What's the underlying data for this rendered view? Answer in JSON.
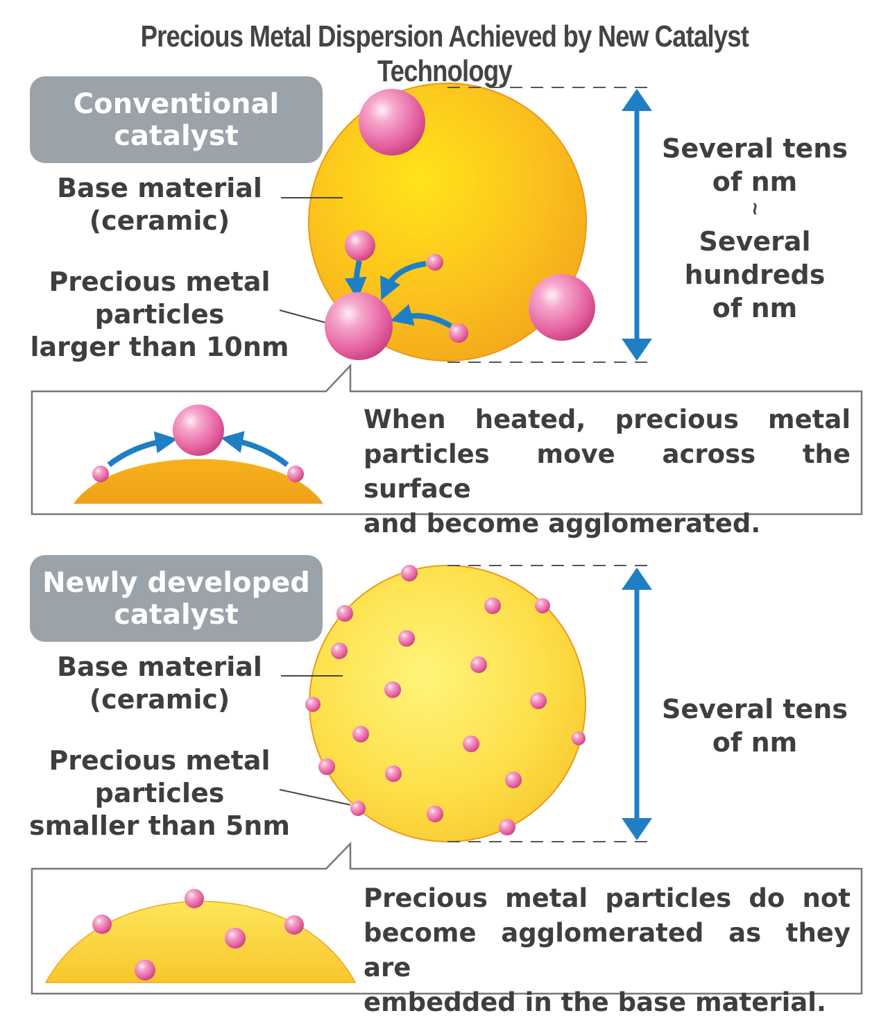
{
  "title": "Precious Metal Dispersion Achieved by New Catalyst Technology",
  "conventional": {
    "badge_line1": "Conventional",
    "badge_line2": "catalyst",
    "base_label_line1": "Base material",
    "base_label_line2": "(ceramic)",
    "particle_label_line1": "Precious metal",
    "particle_label_line2": "particles",
    "particle_label_line3": "larger than 10nm",
    "size_line1": "Several tens",
    "size_line2": "of nm",
    "size_tilde": "~",
    "size_line3": "Several",
    "size_line4": "hundreds",
    "size_line5": "of nm",
    "note_line1": "When heated, precious metal",
    "note_line2": "particles move across the surface",
    "note_line3": "and become agglomerated."
  },
  "new": {
    "badge_line1": "Newly developed",
    "badge_line2": "catalyst",
    "base_label_line1": "Base material",
    "base_label_line2": "(ceramic)",
    "particle_label_line1": "Precious metal",
    "particle_label_line2": "particles",
    "particle_label_line3": "smaller than 5nm",
    "size_line1": "Several tens",
    "size_line2": "of nm",
    "note_line1": "Precious metal particles do not",
    "note_line2": "become agglomerated as they are",
    "note_line3": "embedded in the base material."
  },
  "colors": {
    "base_material": "#f5b81a",
    "particle": "#e0559a",
    "arrow": "#1f7fc4",
    "badge": "#9aa3aa"
  }
}
